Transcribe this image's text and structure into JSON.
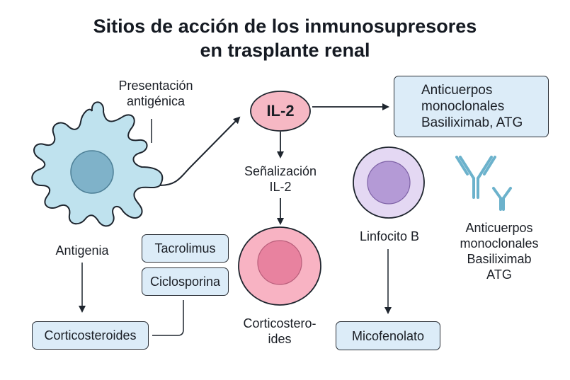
{
  "title": {
    "line1": "Sitios de acción de los inmunosupresores",
    "line2": "en trasplante renal"
  },
  "nodes": {
    "presentacion": {
      "line1": "Presentación",
      "line2": "antigénica"
    },
    "il2": {
      "label": "IL-2"
    },
    "anticuerpos_box": {
      "line1": "Anticuerpos",
      "line2": "monoclonales",
      "line3": "Basiliximab, ATG"
    },
    "senalizacion": {
      "line1": "Señalización",
      "line2": "IL-2"
    },
    "linfocito_b": {
      "label": "Linfocito B"
    },
    "anticuerpos_label": {
      "line1": "Anticuerpos",
      "line2": "monoclonales",
      "line3": "Basiliximab",
      "line4": "ATG"
    },
    "antigenia": {
      "label": "Antigenia"
    },
    "tacrolimus": {
      "label": "Tacrolimus"
    },
    "ciclosporina": {
      "label": "Ciclosporina"
    },
    "corticosteroides_box": {
      "label": "Corticosteroides"
    },
    "corticosteroides_cell": {
      "line1": "Corticostero-",
      "line2": "ides"
    },
    "micofenolato": {
      "label": "Micofenolato"
    }
  },
  "icons": {
    "dendritic_cell": "dendritic-cell-icon",
    "t_cell": "t-cell-icon",
    "b_cell": "b-lymphocyte-icon",
    "antibody": "antibody-icon"
  },
  "colors": {
    "dendritic_fill": "#bfe2ee",
    "dendritic_nucleus": "#7fb2c9",
    "il2_fill": "#f6b8c4",
    "pink_cell_fill": "#f8b3c3",
    "pink_nucleus": "#e8829f",
    "b_cell_fill": "#e4d8f3",
    "b_nucleus": "#b49ad6",
    "box_fill": "#dcecf8",
    "antibody": "#6cb2cc",
    "stroke": "#1e252e"
  }
}
